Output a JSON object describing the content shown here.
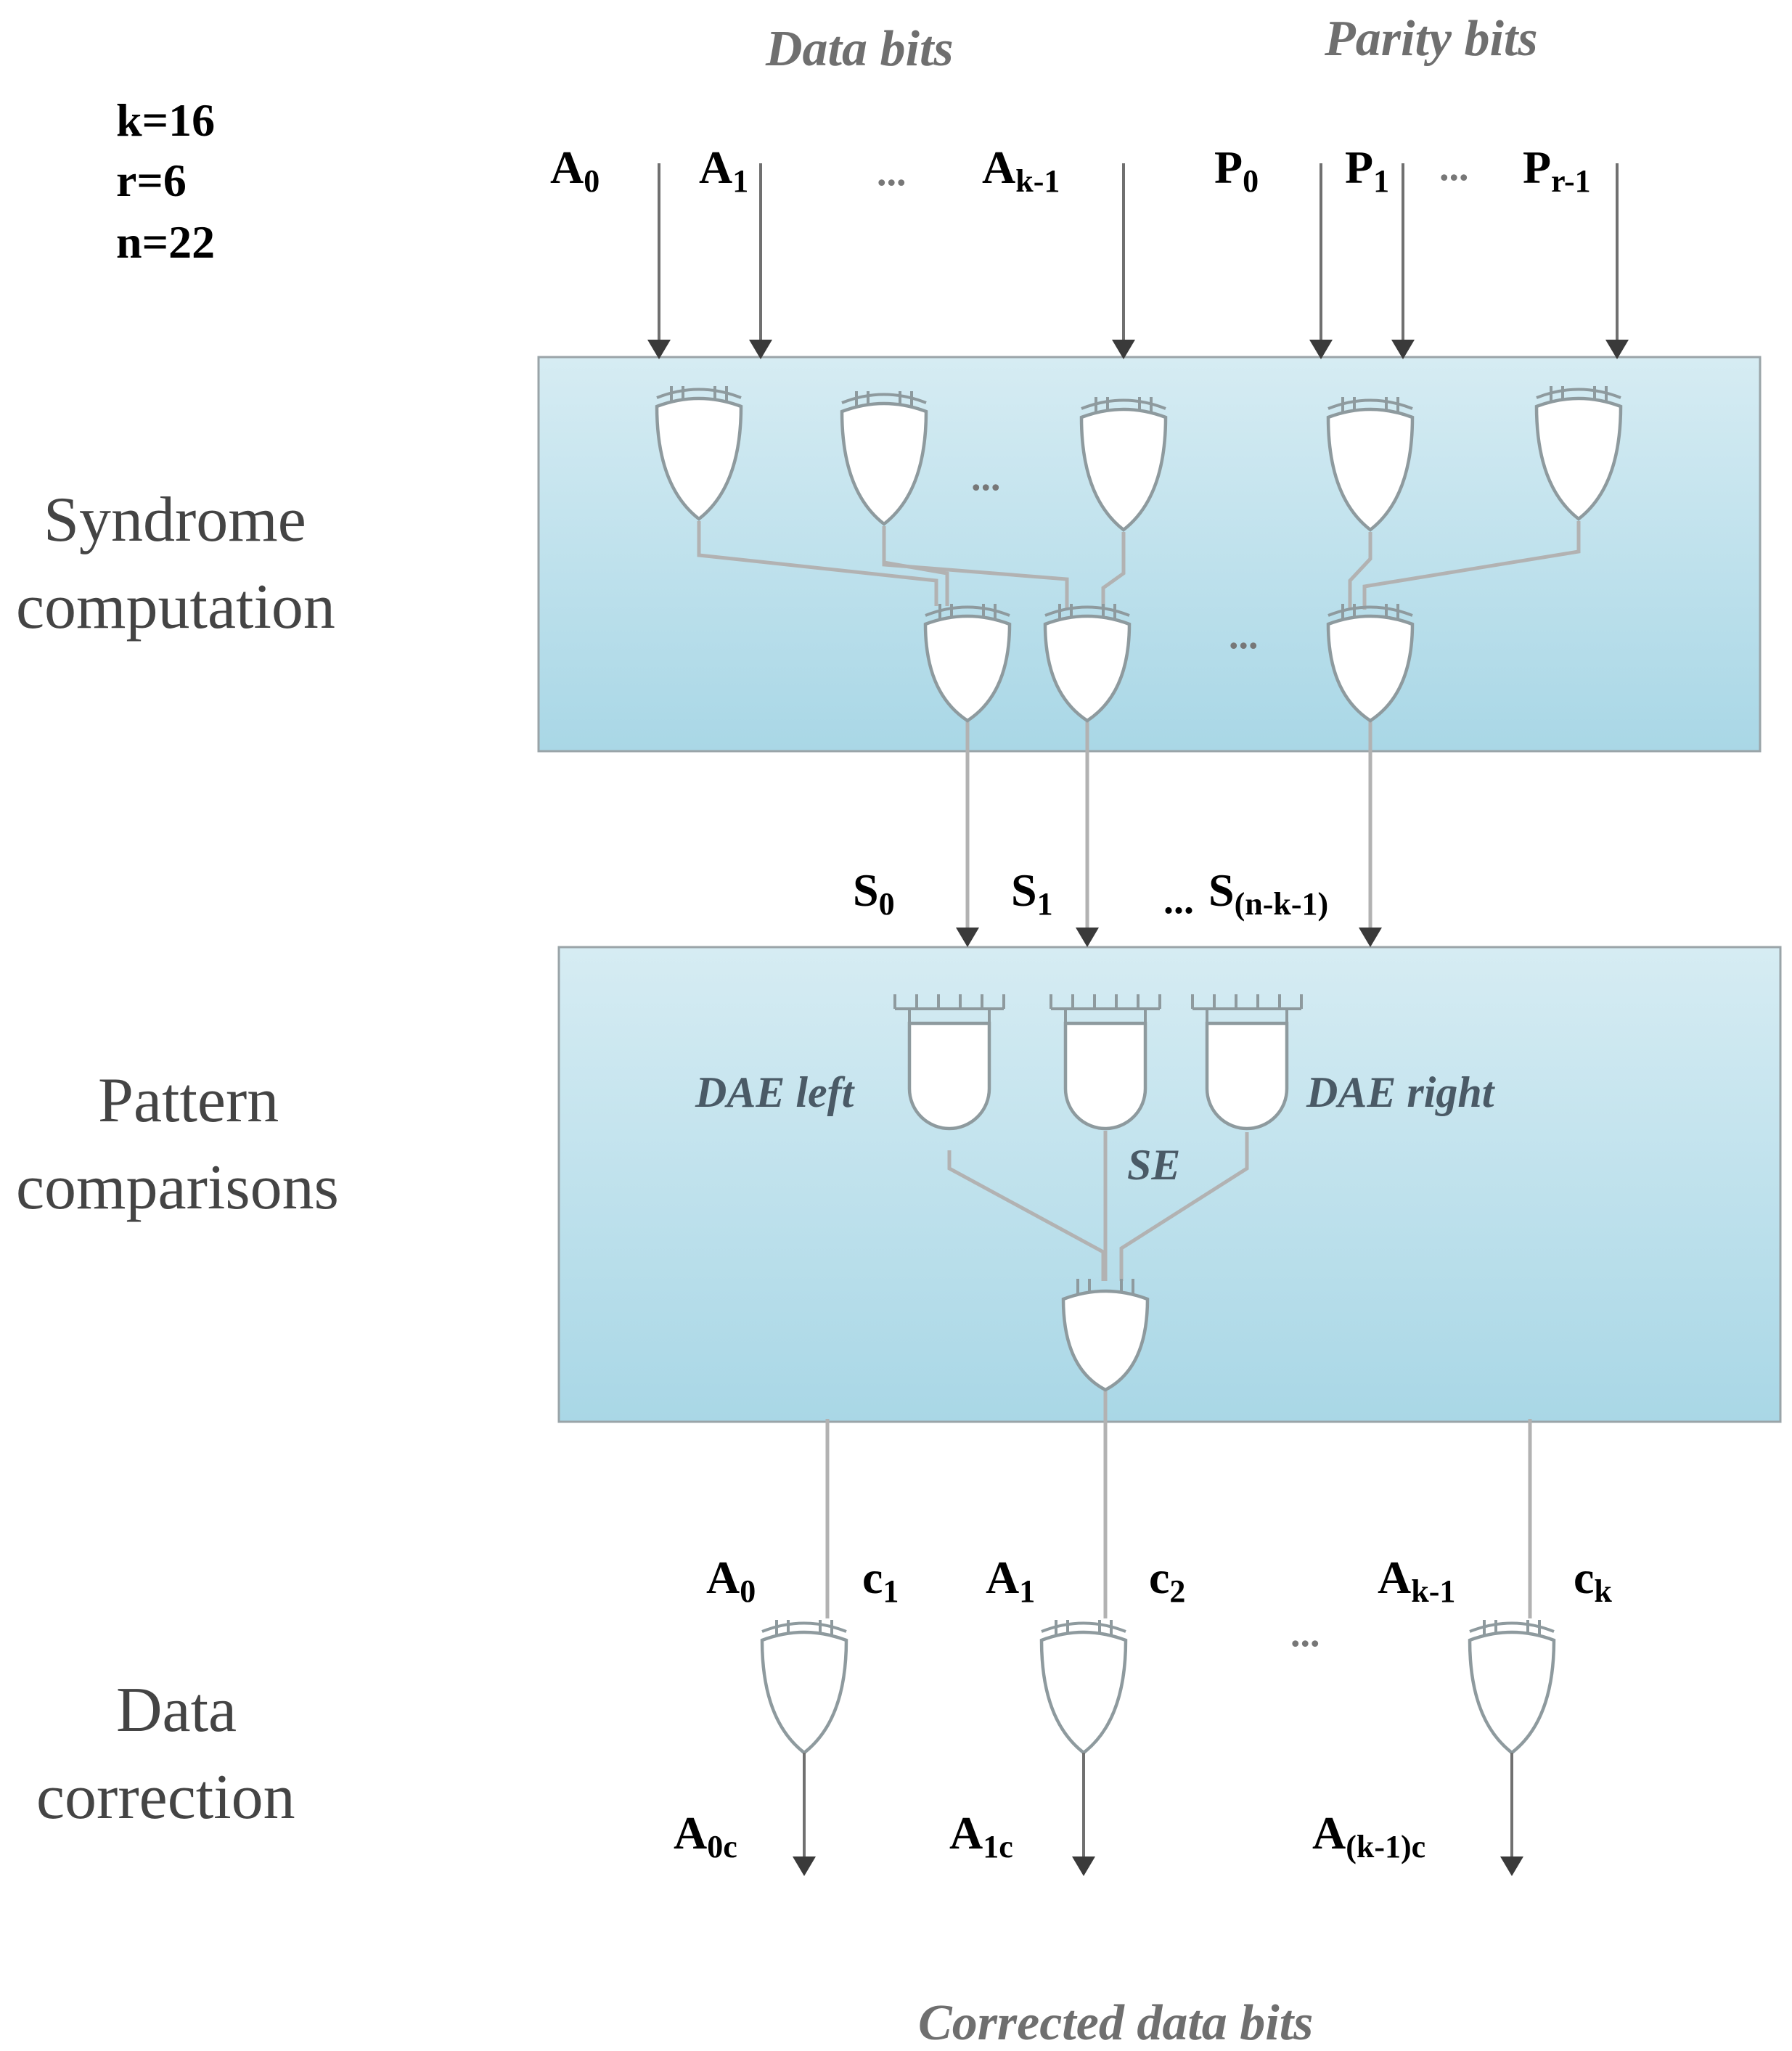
{
  "parameters": {
    "k": "k=16",
    "r": "r=6",
    "n": "n=22"
  },
  "stages": {
    "syndrome": [
      "Syndrome",
      "computation"
    ],
    "pattern": [
      "Pattern",
      "comparisons"
    ],
    "correction": [
      "Data",
      "correction"
    ]
  },
  "group_labels": {
    "data_bits": "Data bits",
    "parity_bits": "Parity bits",
    "corrected": "Corrected data bits"
  },
  "inner_labels": {
    "dae_left": "DAE left",
    "dae_right": "DAE right",
    "se": "SE"
  },
  "ellipsis": "...",
  "inputs": {
    "a0": {
      "base": "A",
      "sub": "0"
    },
    "a1": {
      "base": "A",
      "sub": "1"
    },
    "ak1": {
      "base": "A",
      "sub": "k-1"
    },
    "p0": {
      "base": "P",
      "sub": "0"
    },
    "p1": {
      "base": "P",
      "sub": "1"
    },
    "pr1": {
      "base": "P",
      "sub": "r-1"
    }
  },
  "syndromes": {
    "s0": {
      "base": "S",
      "sub": "0"
    },
    "s1": {
      "base": "S",
      "sub": "1"
    },
    "sn": {
      "base": "S",
      "sub": "(n-k-1)"
    }
  },
  "correction_inputs": {
    "a0": {
      "base": "A",
      "sub": "0"
    },
    "c1": {
      "base": "c",
      "sub": "1"
    },
    "a1": {
      "base": "A",
      "sub": "1"
    },
    "c2": {
      "base": "c",
      "sub": "2"
    },
    "ak1": {
      "base": "A",
      "sub": "k-1"
    },
    "ck": {
      "base": "c",
      "sub": "k"
    }
  },
  "outputs": {
    "a0c": {
      "base": "A",
      "sub": "0c"
    },
    "a1c": {
      "base": "A",
      "sub": "1c"
    },
    "ak1c": {
      "base": "A",
      "sub": "(k-1)c"
    }
  }
}
